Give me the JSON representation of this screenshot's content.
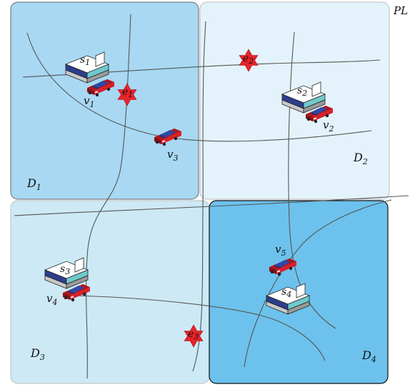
{
  "corner_label": "PL",
  "colors": {
    "region_d1": "#a8d8f2",
    "region_d2": "#e4f3fb",
    "region_d3": "#cde9f6",
    "region_d4": "#6cc2ec",
    "road": "#555555",
    "event": "#e8232a",
    "car_body": "#d8202a",
    "car_top": "#2c49a8",
    "station_top": "#ffffff",
    "station_base": "#2c3e8c"
  },
  "regions": [
    {
      "id": "d1",
      "letter": "D",
      "sub": "1"
    },
    {
      "id": "d2",
      "letter": "D",
      "sub": "2"
    },
    {
      "id": "d3",
      "letter": "D",
      "sub": "3"
    },
    {
      "id": "d4",
      "letter": "D",
      "sub": "4"
    }
  ],
  "stations": [
    {
      "id": "s1",
      "letter": "s",
      "sub": "1"
    },
    {
      "id": "s2",
      "letter": "s",
      "sub": "2"
    },
    {
      "id": "s3",
      "letter": "s",
      "sub": "3"
    },
    {
      "id": "s4",
      "letter": "s",
      "sub": "4"
    }
  ],
  "vehicles": [
    {
      "id": "v1",
      "letter": "v",
      "sub": "1"
    },
    {
      "id": "v2",
      "letter": "v",
      "sub": "2"
    },
    {
      "id": "v3",
      "letter": "v",
      "sub": "3"
    },
    {
      "id": "v4",
      "letter": "v",
      "sub": "4"
    },
    {
      "id": "v5",
      "letter": "v",
      "sub": "5"
    }
  ],
  "events": [
    {
      "id": "e1",
      "letter": "e",
      "sub": "1"
    },
    {
      "id": "e2",
      "letter": "e",
      "sub": "2"
    },
    {
      "id": "e3",
      "letter": "e",
      "sub": "3"
    }
  ]
}
